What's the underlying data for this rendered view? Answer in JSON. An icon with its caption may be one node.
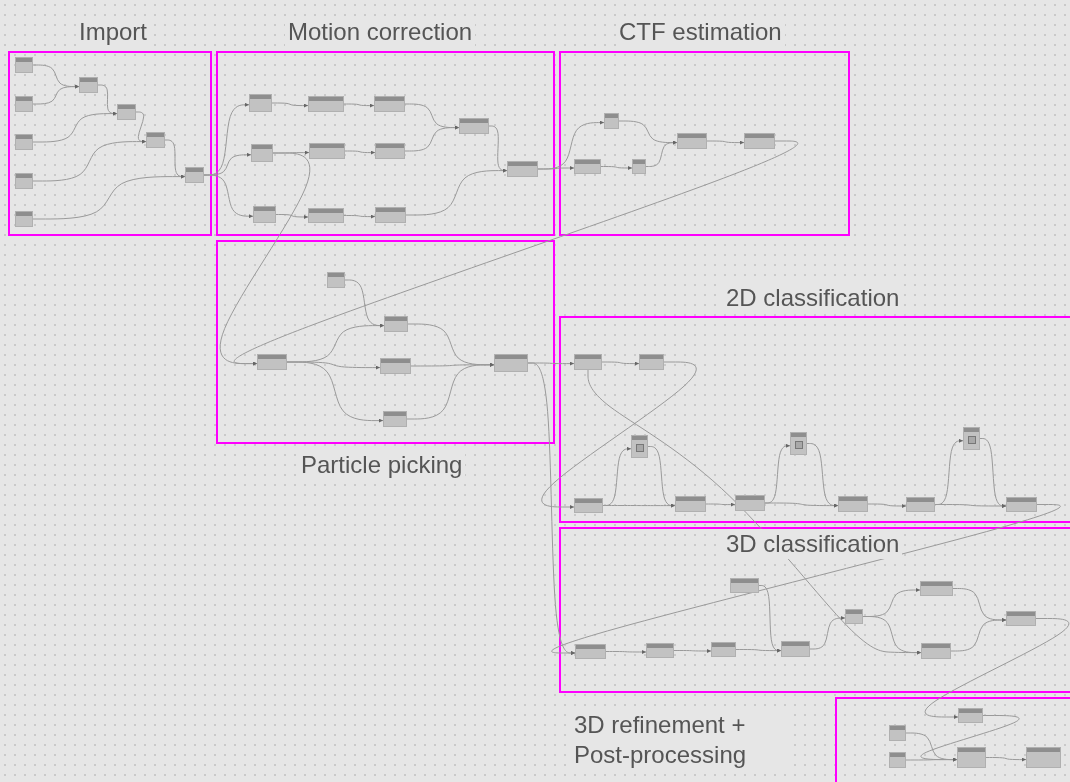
{
  "diagram": {
    "nodes": [
      {
        "text": [
          "Import"
        ]
      },
      {
        "text": [],
        "shape": "box",
        "in": 0
      },
      {
        "text": [],
        "shape": "box",
        "in": 0
      },
      {
        "text": [],
        "shape": "box",
        "in": 0
      },
      {
        "text": [],
        "shape": "box",
        "in": 0
      },
      {
        "text": [],
        "shape": "box",
        "in": 0
      },
      {
        "text": [],
        "shape": "box",
        "in": 0
      },
      {
        "text": [],
        "shape": "box",
        "in": 0
      },
      {
        "text": [],
        "shape": "box",
        "in": 0
      },
      {
        "text": [],
        "shape": "box",
        "in": 0
      },
      {
        "text": [
          "Motion correction"
        ]
      },
      {
        "text": [],
        "shape": "box",
        "in": 10
      },
      {
        "text": [],
        "shape": "box",
        "in": 10
      },
      {
        "text": [],
        "shape": "box",
        "in": 10
      },
      {
        "text": [],
        "shape": "box",
        "in": 10
      },
      {
        "text": [],
        "shape": "box",
        "in": 10
      },
      {
        "text": [],
        "shape": "box",
        "in": 10
      },
      {
        "text": [],
        "shape": "box",
        "in": 10
      },
      {
        "text": [],
        "shape": "box",
        "in": 10
      },
      {
        "text": [],
        "shape": "box",
        "in": 10
      },
      {
        "text": [],
        "shape": "box",
        "in": 10
      },
      {
        "text": [],
        "shape": "box",
        "in": 10
      },
      {
        "text": [
          "CTF estimation"
        ]
      },
      {
        "text": [],
        "shape": "box",
        "in": 22
      },
      {
        "text": [],
        "shape": "box",
        "in": 22
      },
      {
        "text": [],
        "shape": "box",
        "in": 22
      },
      {
        "text": [],
        "shape": "box",
        "in": 22
      },
      {
        "text": [],
        "shape": "box",
        "in": 22
      },
      {
        "text": [
          "Particle picking"
        ]
      },
      {
        "text": [],
        "shape": "box",
        "in": 28
      },
      {
        "text": [],
        "shape": "box",
        "in": 28
      },
      {
        "text": [],
        "shape": "box",
        "in": 28
      },
      {
        "text": [],
        "shape": "box",
        "in": 28
      },
      {
        "text": [],
        "shape": "box",
        "in": 28
      },
      {
        "text": [],
        "shape": "box",
        "in": 28
      },
      {
        "text": [
          "2D classification"
        ]
      },
      {
        "text": [],
        "shape": "box",
        "in": 35
      },
      {
        "text": [],
        "shape": "box",
        "in": 35
      },
      {
        "text": [],
        "shape": "box",
        "in": 35
      },
      {
        "text": [],
        "shape": "box",
        "in": 35
      },
      {
        "text": [],
        "shape": "box",
        "in": 35
      },
      {
        "text": [],
        "shape": "box",
        "in": 35
      },
      {
        "text": [],
        "shape": "box",
        "in": 35
      },
      {
        "text": [],
        "shape": "box",
        "in": 35
      },
      {
        "text": [],
        "shape": "box",
        "in": 35
      },
      {
        "text": [],
        "shape": "box",
        "in": 35
      },
      {
        "text": [],
        "shape": "box",
        "in": 35
      },
      {
        "text": [
          "3D classification"
        ]
      },
      {
        "text": [],
        "shape": "box",
        "in": 47
      },
      {
        "text": [],
        "shape": "box",
        "in": 47
      },
      {
        "text": [],
        "shape": "box",
        "in": 47
      },
      {
        "text": [],
        "shape": "box",
        "in": 47
      },
      {
        "text": [],
        "shape": "box",
        "in": 47
      },
      {
        "text": [],
        "shape": "box",
        "in": 47
      },
      {
        "text": [],
        "shape": "box",
        "in": 47
      },
      {
        "text": [],
        "shape": "box",
        "in": 47
      },
      {
        "text": [],
        "shape": "box",
        "in": 47
      },
      {
        "text": [
          "3D refinement + Post-processing"
        ]
      },
      {
        "text": [],
        "shape": "box",
        "in": 57
      },
      {
        "text": [],
        "shape": "box",
        "in": 57
      },
      {
        "text": [],
        "shape": "box",
        "in": 57
      },
      {
        "text": [],
        "shape": "box",
        "in": 57
      },
      {
        "text": [],
        "shape": "box",
        "in": 57
      }
    ],
    "edges": [
      {
        "from": 1,
        "to": 6,
        "arrow": "to"
      },
      {
        "from": 2,
        "to": 6,
        "arrow": "to"
      },
      {
        "from": 6,
        "to": 7,
        "arrow": "to"
      },
      {
        "from": 3,
        "to": 7,
        "arrow": "to"
      },
      {
        "from": 7,
        "to": 8,
        "arrow": "to"
      },
      {
        "from": 4,
        "to": 8,
        "arrow": "to"
      },
      {
        "from": 8,
        "to": 9,
        "arrow": "to"
      },
      {
        "from": 5,
        "to": 9,
        "arrow": "to"
      },
      {
        "from": 9,
        "to": 11,
        "arrow": "to"
      },
      {
        "from": 9,
        "to": 12,
        "arrow": "to"
      },
      {
        "from": 9,
        "to": 13,
        "arrow": "to"
      },
      {
        "from": 11,
        "to": 14,
        "arrow": "to"
      },
      {
        "from": 14,
        "to": 17,
        "arrow": "to"
      },
      {
        "from": 17,
        "to": 20,
        "arrow": "to"
      },
      {
        "from": 12,
        "to": 15,
        "arrow": "to"
      },
      {
        "from": 15,
        "to": 18,
        "arrow": "to"
      },
      {
        "from": 18,
        "to": 20,
        "arrow": "to"
      },
      {
        "from": 20,
        "to": 21,
        "arrow": "to"
      },
      {
        "from": 13,
        "to": 16,
        "arrow": "to"
      },
      {
        "from": 16,
        "to": 19,
        "arrow": "to"
      },
      {
        "from": 19,
        "to": 21,
        "arrow": "to"
      },
      {
        "from": 21,
        "to": 23,
        "arrow": "to"
      },
      {
        "from": 21,
        "to": 24,
        "arrow": "to"
      },
      {
        "from": 24,
        "to": 25,
        "arrow": "to"
      },
      {
        "from": 23,
        "to": 26,
        "arrow": "to"
      },
      {
        "from": 25,
        "to": 26,
        "arrow": "to"
      },
      {
        "from": 26,
        "to": 27,
        "arrow": "to"
      },
      {
        "from": 27,
        "to": 30,
        "arrow": "to"
      },
      {
        "from": 12,
        "to": 30,
        "arrow": "to"
      },
      {
        "from": 29,
        "to": 31,
        "arrow": "to"
      },
      {
        "from": 30,
        "to": 31,
        "arrow": "to"
      },
      {
        "from": 30,
        "to": 32,
        "arrow": "to"
      },
      {
        "from": 30,
        "to": 33,
        "arrow": "to"
      },
      {
        "from": 31,
        "to": 34,
        "arrow": "to"
      },
      {
        "from": 32,
        "to": 34,
        "arrow": "to"
      },
      {
        "from": 33,
        "to": 34,
        "arrow": "to"
      },
      {
        "from": 34,
        "to": 36,
        "arrow": "to"
      },
      {
        "from": 34,
        "to": 48,
        "arrow": "to"
      },
      {
        "from": 36,
        "to": 37,
        "arrow": "to"
      },
      {
        "from": 37,
        "to": 38,
        "arrow": "to"
      },
      {
        "from": 38,
        "to": 39,
        "arrow": "to"
      },
      {
        "from": 38,
        "to": 40,
        "arrow": "to"
      },
      {
        "from": 39,
        "to": 40,
        "arrow": "to"
      },
      {
        "from": 40,
        "to": 41,
        "arrow": "to"
      },
      {
        "from": 41,
        "to": 42,
        "arrow": "to"
      },
      {
        "from": 41,
        "to": 43,
        "arrow": "to"
      },
      {
        "from": 42,
        "to": 43,
        "arrow": "to"
      },
      {
        "from": 43,
        "to": 44,
        "arrow": "to"
      },
      {
        "from": 44,
        "to": 45,
        "arrow": "to"
      },
      {
        "from": 44,
        "to": 46,
        "arrow": "to"
      },
      {
        "from": 45,
        "to": 46,
        "arrow": "to"
      },
      {
        "from": 46,
        "to": 48,
        "arrow": "to"
      },
      {
        "from": 36,
        "to": 55,
        "arrow": "to"
      },
      {
        "from": 48,
        "to": 49,
        "arrow": "to"
      },
      {
        "from": 49,
        "to": 50,
        "arrow": "to"
      },
      {
        "from": 50,
        "to": 52,
        "arrow": "to"
      },
      {
        "from": 51,
        "to": 52,
        "arrow": "to"
      },
      {
        "from": 52,
        "to": 53,
        "arrow": "to"
      },
      {
        "from": 53,
        "to": 54,
        "arrow": "to"
      },
      {
        "from": 53,
        "to": 55,
        "arrow": "to"
      },
      {
        "from": 54,
        "to": 56,
        "arrow": "to"
      },
      {
        "from": 55,
        "to": 56,
        "arrow": "to"
      },
      {
        "from": 56,
        "to": 58,
        "arrow": "to"
      },
      {
        "from": 58,
        "to": 61,
        "arrow": "to"
      },
      {
        "from": 59,
        "to": 61,
        "arrow": "to"
      },
      {
        "from": 60,
        "to": 61,
        "arrow": "to"
      },
      {
        "from": 61,
        "to": 62,
        "arrow": "to"
      }
    ]
  }
}
